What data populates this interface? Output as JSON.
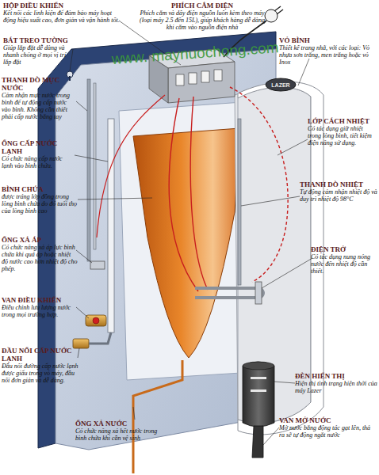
{
  "diagram": {
    "nodes": [
      {
        "text": [
          "LAZER"
        ]
      }
    ],
    "labels": [
      "PHÍCH CẮM ĐIỆN",
      "Phích cắm và dây điện nguồn luôn kèm theo máy (loại máy 2.5 đến 15L), giúp khách hàng dễ dàng khi cắm vào nguồn điện nhà",
      "VỎ BÌNH",
      "Thiết kế trang nhã, với các loại: Vỏ nhựa sơn trắng, men trắng hoặc vỏ Inox",
      "HỘP ĐIỀU KHIỂN",
      "Kết nối các linh kiện để đảm bảo máy hoạt động hiệu suất cao, đơn giản và vận hành tốt.",
      "BÁT TREO TƯỜNG",
      "Giúp lắp đặt dễ dàng và nhanh chóng ở mọi vị trí lắp đặt",
      "www. maynuochong.com",
      "THANH DÒ MỰC NƯỚC",
      "Cảm nhận mực nước trong bình để tự động cấp nước vào bình. Không cần thiết phải cấp nước bằng tay",
      "LỚP CÁCH NHIỆT",
      "Có tác dụng giữ nhiệt trong lòng bình, tiết kiệm điện năng sử dụng.",
      "ỐNG CẤP NƯỚC LẠNH",
      "Có chức năng cấp nước lạnh vào bình chứa.",
      "BÌNH CHỨA",
      "được tráng lớp đồng trong lòng bình chứa do đó tuổi thọ của lòng bình cao",
      "THANH DÒ NHIỆT",
      "Tự động cảm nhận nhiệt độ và duy trì nhiệt độ 98°C",
      "ỐNG XẢ ÁP",
      "Có chức năng xả áp lực bình chứa khi quá áp hoặc nhiệt độ nước cao hơn nhiệt độ cho phép.",
      "ĐIỆN TRỞ",
      "Có tác dụng nung nóng nước đến nhiệt độ cần thiết.",
      "VAN ĐIỀU KHIỂN",
      "Điều chỉnh lưu lượng nước trong mọi trường hợp.",
      "ĐÈN HIỂN THỊ",
      "Hiện thị tình trạng hiện thời của máy Lazer",
      "ĐẦU NỐI CẤP NƯỚC LẠNH",
      "Đầu nối đường cấp nước lạnh được giấu trong vỏ máy, đầu nối đơn giản và dễ dàng.",
      "VAN MỞ NƯỚC",
      "Mở nước bằng động tác gạt lên, thả ra sẽ tự động ngắt nước",
      "ỐNG XẢ NƯỚC",
      "Có chức năng xả hết nước trong bình chứa khi cần vệ sinh"
    ]
  }
}
